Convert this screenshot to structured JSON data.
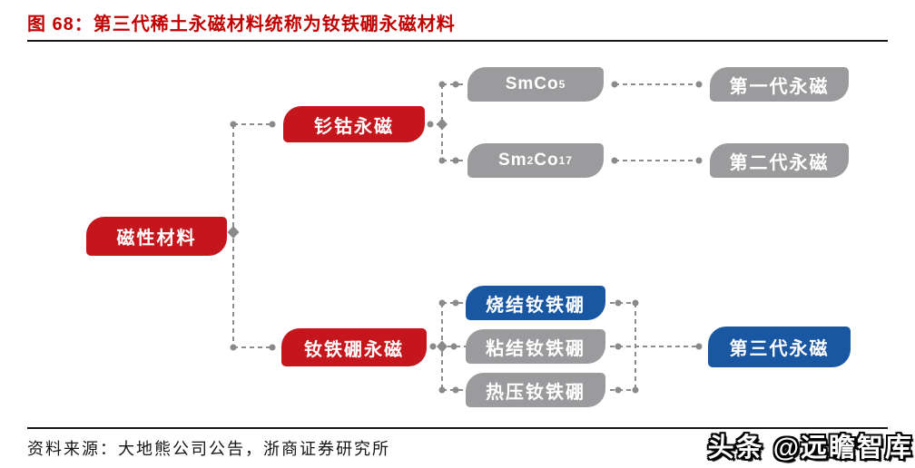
{
  "figure": {
    "title": "图  68：第三代稀土永磁材料统称为钕铁硼永磁材料",
    "source": "资料来源：大地熊公司公告，浙商证券研究所",
    "watermark": "头条 @远瞻智库"
  },
  "colors": {
    "title_red": "#c00000",
    "node_red": "#c5161d",
    "node_gray": "#9b9b9d",
    "node_blue": "#1a57a3",
    "connector_gray": "#8c8c8c",
    "rule_black": "#151515"
  },
  "nodes": {
    "root": {
      "label": "磁性材料",
      "color": "red"
    },
    "smco_branch": {
      "label": "钐钴永磁",
      "color": "red"
    },
    "smco5": {
      "parts": [
        "SmCo",
        "5"
      ],
      "color": "gray"
    },
    "sm2co17": {
      "parts": [
        "Sm",
        "2",
        "Co",
        "17"
      ],
      "color": "gray"
    },
    "gen1": {
      "label": "第一代永磁",
      "color": "gray"
    },
    "gen2": {
      "label": "第二代永磁",
      "color": "gray"
    },
    "ndfeb_branch": {
      "label": "钕铁硼永磁",
      "color": "red"
    },
    "sintered": {
      "label": "烧结钕铁硼",
      "color": "blue"
    },
    "bonded": {
      "label": "粘结钕铁硼",
      "color": "gray"
    },
    "hot_pressed": {
      "label": "热压钕铁硼",
      "color": "gray"
    },
    "gen3": {
      "label": "第三代永磁",
      "color": "blue"
    }
  }
}
